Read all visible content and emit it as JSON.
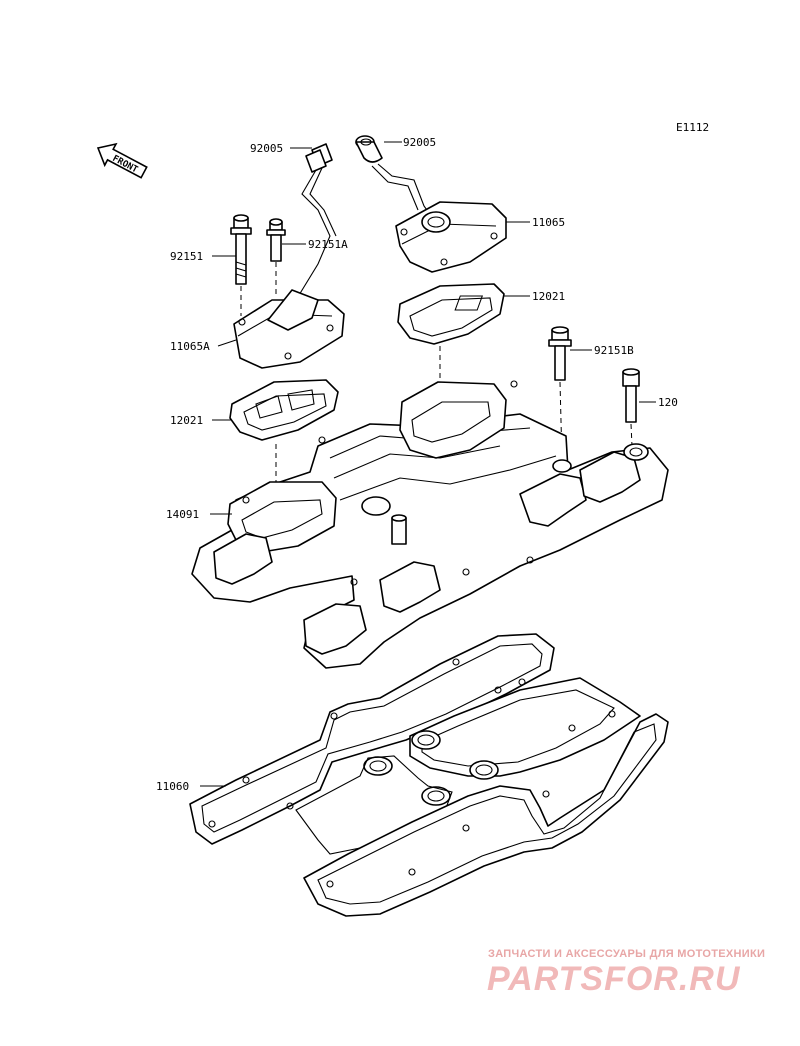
{
  "diagram_code": "E1112",
  "front_label": "FRONT",
  "labels": {
    "p92005a": "92005",
    "p92005b": "92005",
    "p11065": "11065",
    "p92151": "92151",
    "p92151A": "92151A",
    "p12021a": "12021",
    "p11065A": "11065A",
    "p92151B": "92151B",
    "p120": "120",
    "p12021b": "12021",
    "p14091": "14091",
    "p11060": "11060"
  },
  "watermark": {
    "tagline": "ЗАПЧАСТИ И АКСЕССУАРЫ ДЛЯ МОТОТЕХНИКИ",
    "brand": "PARTSFOR.RU"
  },
  "colors": {
    "line": "#000000",
    "background": "#ffffff",
    "watermark": "#f1b9b9"
  }
}
